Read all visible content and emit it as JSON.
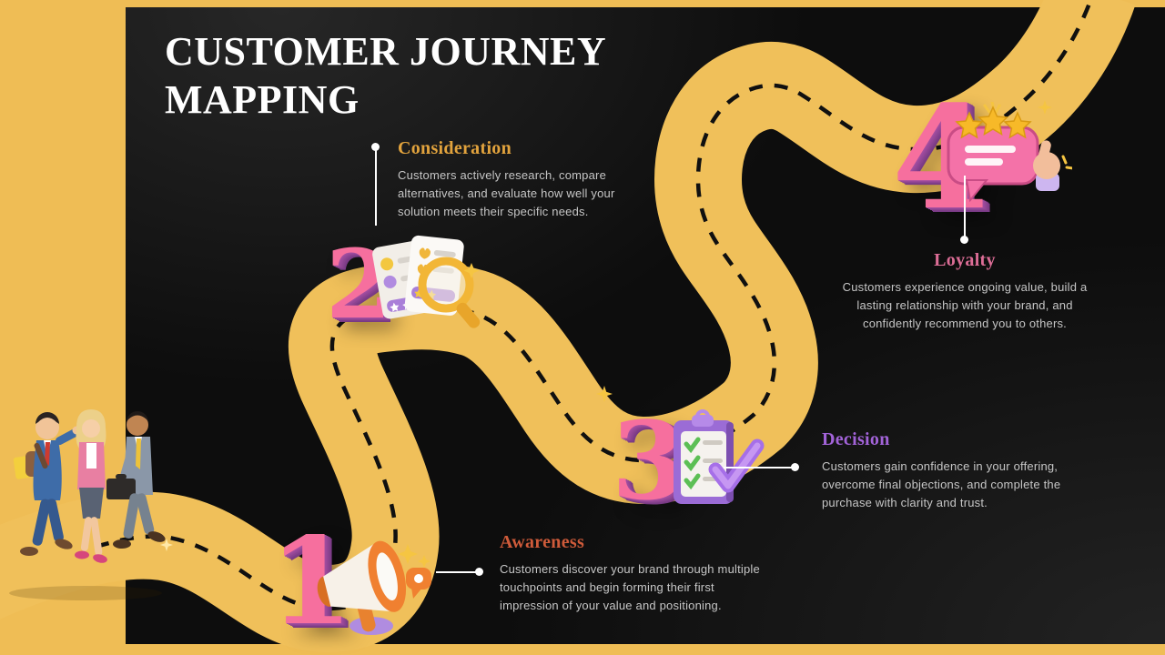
{
  "slide": {
    "title_line1": "CUSTOMER JOURNEY",
    "title_line2": "MAPPING"
  },
  "stages": [
    {
      "number": "1",
      "label": "Awareness",
      "accent": "#cf5b3a",
      "description": "Customers discover your brand through multiple touchpoints and begin forming their first impression of your value and positioning."
    },
    {
      "number": "2",
      "label": "Consideration",
      "accent": "#e2a33d",
      "description": "Customers actively research, compare alternatives, and evaluate how well your solution meets their specific needs."
    },
    {
      "number": "3",
      "label": "Decision",
      "accent": "#a263d8",
      "description": "Customers gain confidence in your offering, overcome final objections, and complete the purchase with clarity and trust."
    },
    {
      "number": "4",
      "label": "Loyalty",
      "accent": "#dc6d96",
      "description": "Customers experience ongoing value, build a lasting relationship with your brand, and confidently recommend you to others."
    }
  ],
  "colors": {
    "frame_yellow": "#efbd55",
    "road_yellow": "#f0c05a",
    "panel_black": "#0d0d0d",
    "dash_black": "#101010",
    "title_white": "#ffffff",
    "body_text": "#c6c6c6",
    "numeral_pink": "#f66f9e",
    "numeral_extrude": "#8e4292"
  },
  "icons": {
    "stage1_icon": "megaphone-icon",
    "stage2_icon": "research-documents-magnifier-icon",
    "stage3_icon": "clipboard-checklist-icon",
    "stage4_icon": "review-stars-thumbs-up-icon",
    "decoration": "walking-business-people-illustration",
    "road": "winding-road-with-dashed-centerline"
  }
}
